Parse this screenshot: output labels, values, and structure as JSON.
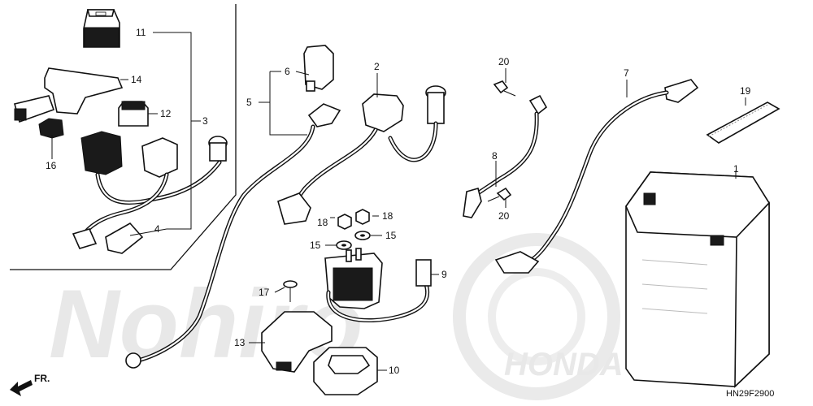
{
  "diagram_code": "HN29F2900",
  "front_label": "FR.",
  "watermark": {
    "left": "Nohiro",
    "right": "HONDA"
  },
  "callouts": [
    {
      "id": "c1",
      "label": "1"
    },
    {
      "id": "c2",
      "label": "2"
    },
    {
      "id": "c3",
      "label": "3"
    },
    {
      "id": "c4",
      "label": "4"
    },
    {
      "id": "c5",
      "label": "5"
    },
    {
      "id": "c6",
      "label": "6"
    },
    {
      "id": "c7",
      "label": "7"
    },
    {
      "id": "c8",
      "label": "8"
    },
    {
      "id": "c9",
      "label": "9"
    },
    {
      "id": "c10",
      "label": "10"
    },
    {
      "id": "c11",
      "label": "11"
    },
    {
      "id": "c12",
      "label": "12"
    },
    {
      "id": "c13",
      "label": "13"
    },
    {
      "id": "c14",
      "label": "14"
    },
    {
      "id": "c15a",
      "label": "15"
    },
    {
      "id": "c15b",
      "label": "15"
    },
    {
      "id": "c16",
      "label": "16"
    },
    {
      "id": "c17",
      "label": "17"
    },
    {
      "id": "c18a",
      "label": "18"
    },
    {
      "id": "c18b",
      "label": "18"
    },
    {
      "id": "c19",
      "label": "19"
    },
    {
      "id": "c20a",
      "label": "20"
    },
    {
      "id": "c20b",
      "label": "20"
    }
  ]
}
